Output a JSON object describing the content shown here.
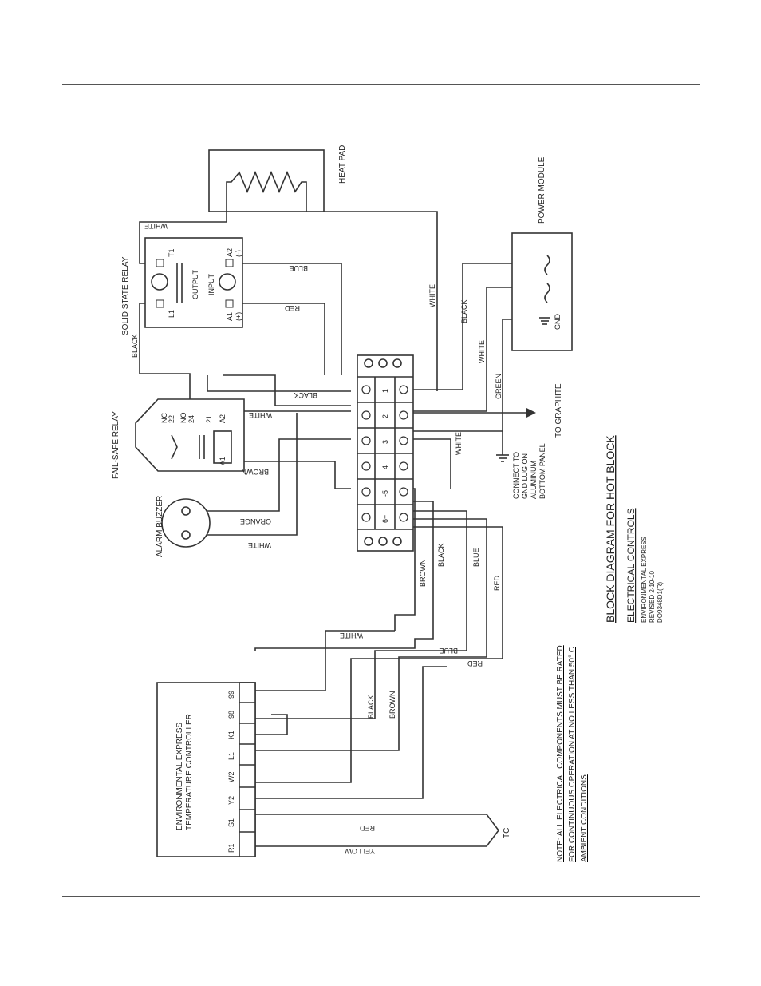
{
  "heat_pad": "HEAT PAD",
  "power_module": "POWER MODULE",
  "gnd": "GND",
  "solid_state_relay": {
    "title": "SOLID STATE RELAY",
    "l1": "L1",
    "t1": "T1",
    "output": "OUTPUT",
    "input": "INPUT",
    "a1": "A1",
    "a1p": "(+)",
    "a2": "A2",
    "a2m": "(-)"
  },
  "fail_safe_relay": {
    "title": "FAIL-SAFE RELAY",
    "nc": "NC",
    "n22": "22",
    "no": "NO",
    "n24": "24",
    "n21": "21",
    "a2": "A2",
    "a1": "A1"
  },
  "alarm_buzzer": "ALARM BUZZER",
  "terminal_block": {
    "t1": "1",
    "t2": "2",
    "t3": "3",
    "t4": "4",
    "t5": "-5",
    "t6": "6+"
  },
  "to_graphite": "TO GRAPHITE",
  "gnd_lug": [
    "CONNECT TO",
    "GND LUG ON",
    "ALUMINUM",
    "BOTTOM PANEL"
  ],
  "controller": {
    "line1": "ENVIRONMENTAL EXPRESS",
    "line2": "TEMPERATURE CONTROLLER",
    "terminals": {
      "r1": "R1",
      "s1": "S1",
      "y2": "Y2",
      "w2": "W2",
      "l1": "L1",
      "k1": "K1",
      "n98": "98",
      "n99": "99"
    }
  },
  "tc": "TC",
  "wires": {
    "white": "WHITE",
    "blue": "BLUE",
    "red": "RED",
    "black": "BLACK",
    "brown": "BROWN",
    "orange": "ORANGE",
    "green": "GREEN",
    "yellow": "YELLOW"
  },
  "note": [
    "NOTE: ALL ELECTRICAL COMPONENTS MUST BE RATED",
    "FOR CONTINUOUS OPERATION AT NO LESS THAN 50° C",
    "AMBIENT CONDITIONS"
  ],
  "title_block": {
    "title": "BLOCK DIAGRAM FOR HOT BLOCK",
    "subtitle": "ELECTRICAL CONTROLS",
    "company": "ENVIRONMENTAL EXPRESS",
    "revised": "REVISED 2-10-10",
    "doc": "DO9348D1(R)"
  }
}
